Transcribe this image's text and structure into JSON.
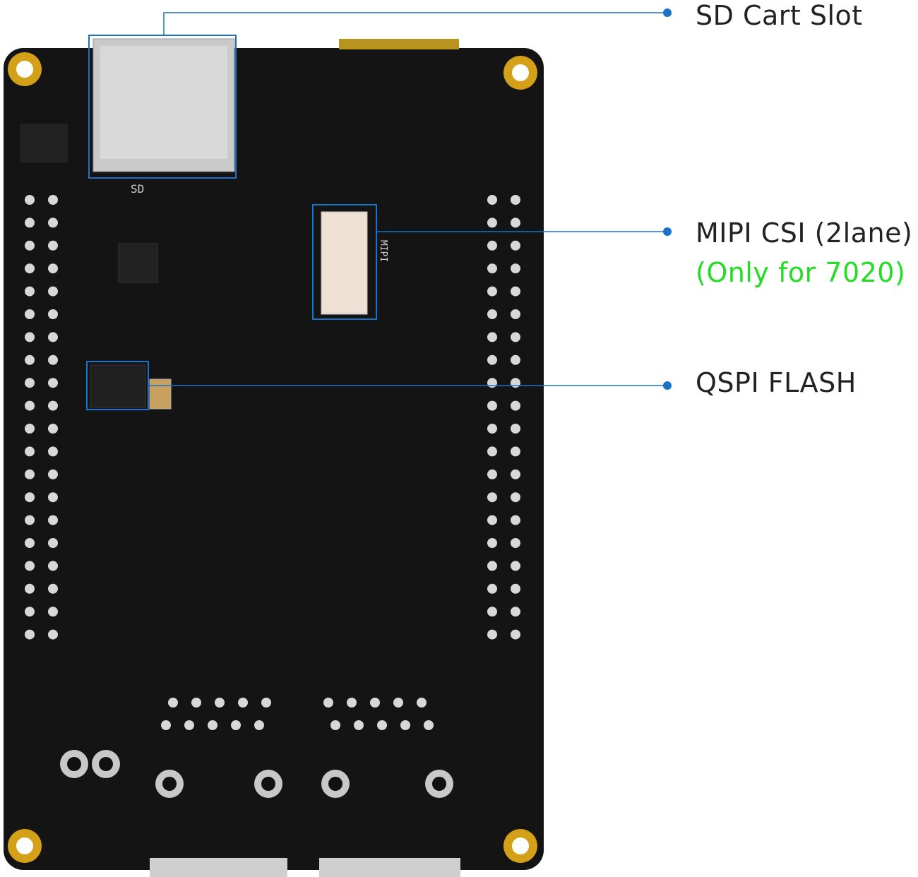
{
  "callouts": [
    {
      "label": "SD Cart Slot"
    },
    {
      "label": "MIPI CSI (2lane)",
      "note": "(Only for 7020)"
    },
    {
      "label": "QSPI FLASH"
    }
  ],
  "silkscreen": {
    "sd": "SD",
    "mipi": "MIPI"
  },
  "colors": {
    "board": "#141414",
    "callout_line": "#1a73c8",
    "note": "#22dd22",
    "mount_ring": "#d4a017"
  }
}
